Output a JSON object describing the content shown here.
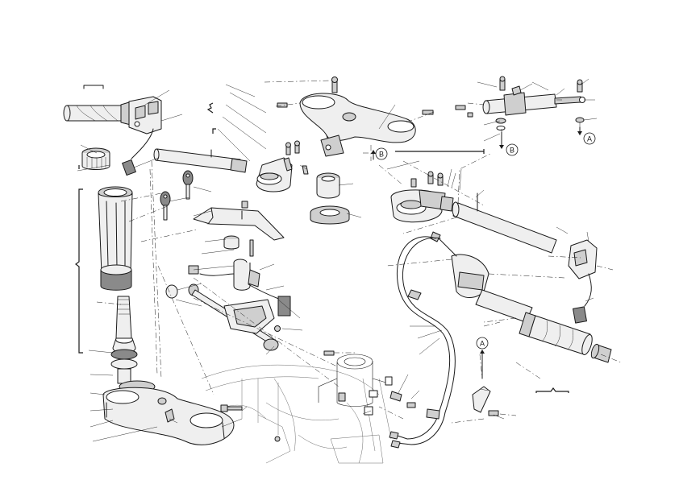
{
  "diagram": {
    "type": "exploded-parts-view",
    "ref_markers": [
      "A",
      "B",
      "B",
      "A"
    ]
  }
}
